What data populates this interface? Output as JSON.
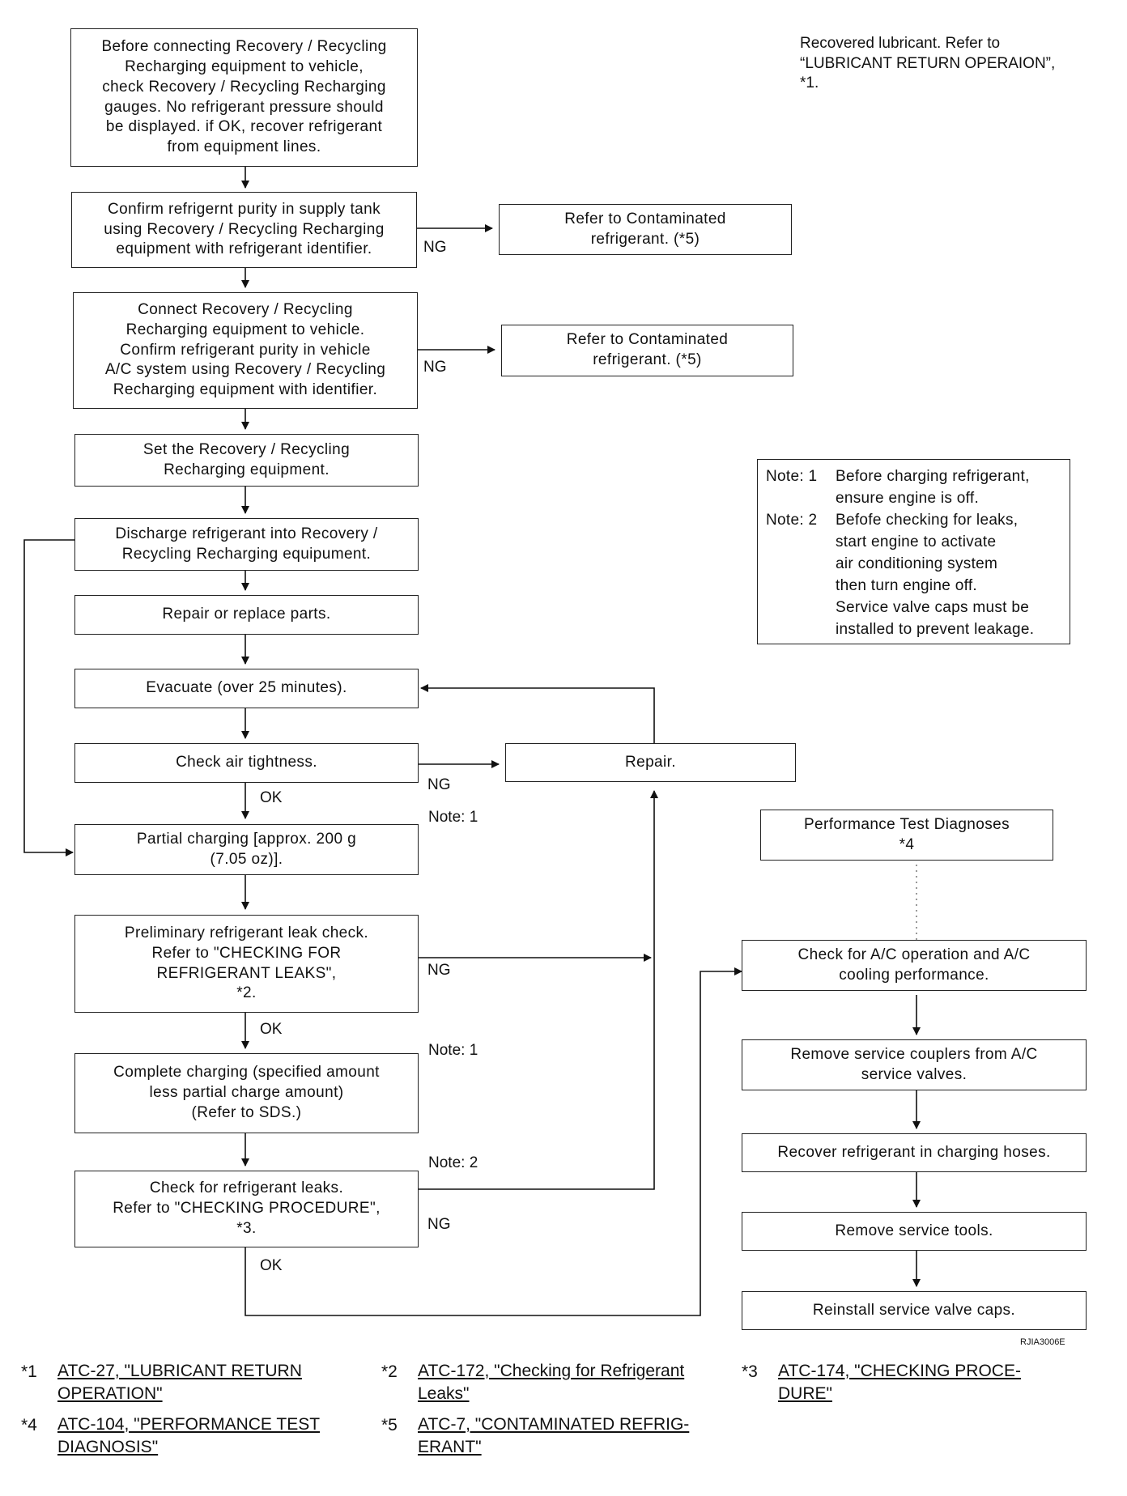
{
  "flowchart": {
    "steps": {
      "check_gauges": "Before connecting Recovery / Recycling\nRecharging equipment to vehicle,\ncheck Recovery / Recycling Recharging\ngauges. No refrigerant pressure should\nbe displayed. if OK, recover refrigerant\nfrom equipment lines.",
      "confirm_supply_purity": "Confirm refrigernt purity in supply tank\nusing Recovery / Recycling Recharging\nequipment with refrigerant identifier.",
      "contaminated_1": "Refer to Contaminated\nrefrigerant. (*5)",
      "connect_confirm_vehicle": "Connect Recovery / Recycling\nRecharging equipment to vehicle.\nConfirm refrigerant purity in vehicle\nA/C system using Recovery / Recycling\nRecharging equipment with identifier.",
      "contaminated_2": "Refer to Contaminated\nrefrigerant. (*5)",
      "set_equipment": "Set the Recovery / Recycling\nRecharging equipment.",
      "discharge": "Discharge refrigerant into Recovery /\nRecycling Recharging equipument.",
      "repair_replace": "Repair or replace parts.",
      "evacuate": "Evacuate (over 25 minutes).",
      "air_tightness": "Check air tightness.",
      "repair": "Repair.",
      "partial_charging": "Partial charging [approx. 200 g\n(7.05 oz)].",
      "preliminary_leak": "Preliminary refrigerant leak check.\nRefer to \"CHECKING FOR\nREFRIGERANT LEAKS\",\n*2.",
      "complete_charging": "Complete charging (specified amount\nless partial charge amount)\n(Refer to SDS.)",
      "check_leaks": "Check for refrigerant leaks.\nRefer to \"CHECKING PROCEDURE\",\n*3.",
      "performance_test": "Performance Test Diagnoses\n*4",
      "check_ac": "Check for A/C operation and A/C\ncooling performance.",
      "remove_couplers": "Remove service couplers from A/C\nservice valves.",
      "recover_hoses": "Recover refrigerant in charging hoses.",
      "remove_tools": "Remove service tools.",
      "reinstall_caps": "Reinstall service valve caps."
    },
    "labels": {
      "ng": "NG",
      "ok": "OK",
      "note1": "Note: 1",
      "note2": "Note: 2"
    },
    "lubricant_text": "Recovered lubricant. Refer to\n“LUBRICANT RETURN OPERAION”,\n*1.",
    "notes": [
      {
        "head": "Note: 1",
        "body": "Before charging refrigerant,\nensure engine is off."
      },
      {
        "head": "Note: 2",
        "body": "Befofe checking for leaks,\nstart engine to activate\nair conditioning system\nthen turn engine off.\nService valve caps must be\ninstalled to prevent leakage."
      }
    ],
    "figure_code": "RJIA3006E"
  },
  "footnotes": [
    {
      "mark": "*1",
      "text": "ATC-27, \"LUBRICANT RETURN\nOPERATION\""
    },
    {
      "mark": "*2",
      "text": "ATC-172, \"Checking for Refrigerant\nLeaks\""
    },
    {
      "mark": "*3",
      "text": "ATC-174, \"CHECKING PROCE-\nDURE\""
    },
    {
      "mark": "*4",
      "text": "ATC-104, \"PERFORMANCE TEST\nDIAGNOSIS\""
    },
    {
      "mark": "*5",
      "text": "ATC-7, \"CONTAMINATED REFRIG-\nERANT\""
    }
  ]
}
